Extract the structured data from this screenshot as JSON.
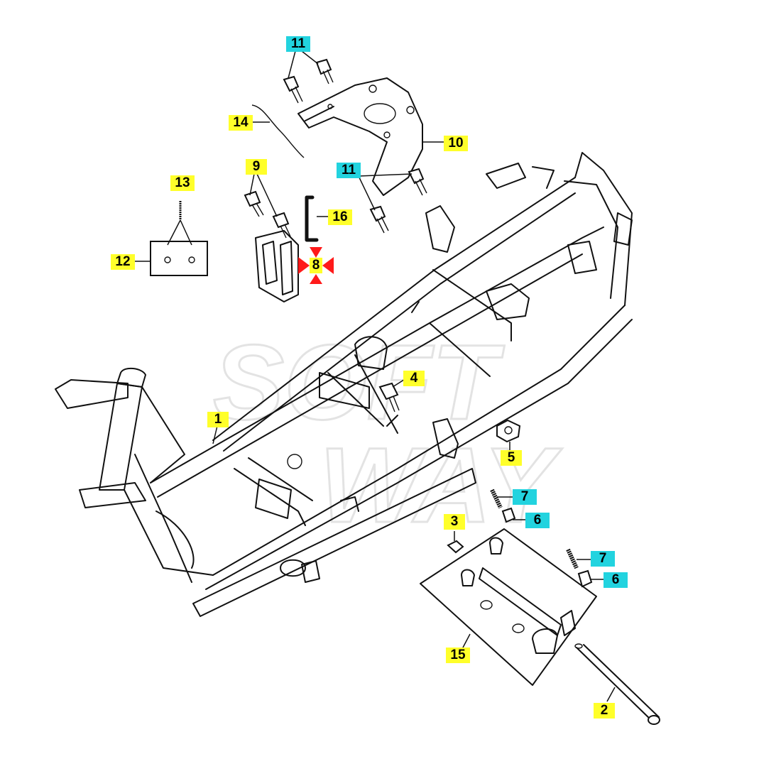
{
  "watermark": {
    "line1": "SOFT",
    "line2": "WAY"
  },
  "callouts": [
    {
      "id": "c11a",
      "label": "11",
      "style": "cyan"
    },
    {
      "id": "c14",
      "label": "14",
      "style": "yellow"
    },
    {
      "id": "c10",
      "label": "10",
      "style": "yellow"
    },
    {
      "id": "c9",
      "label": "9",
      "style": "yellow"
    },
    {
      "id": "c11b",
      "label": "11",
      "style": "cyan"
    },
    {
      "id": "c13",
      "label": "13",
      "style": "yellow"
    },
    {
      "id": "c16",
      "label": "16",
      "style": "yellow"
    },
    {
      "id": "c12",
      "label": "12",
      "style": "yellow"
    },
    {
      "id": "c8",
      "label": "8",
      "style": "yellow"
    },
    {
      "id": "c4",
      "label": "4",
      "style": "yellow"
    },
    {
      "id": "c1",
      "label": "1",
      "style": "yellow"
    },
    {
      "id": "c5",
      "label": "5",
      "style": "yellow"
    },
    {
      "id": "c7a",
      "label": "7",
      "style": "cyan"
    },
    {
      "id": "c6a",
      "label": "6",
      "style": "cyan"
    },
    {
      "id": "c3",
      "label": "3",
      "style": "yellow"
    },
    {
      "id": "c7b",
      "label": "7",
      "style": "cyan"
    },
    {
      "id": "c6b",
      "label": "6",
      "style": "cyan"
    },
    {
      "id": "c15",
      "label": "15",
      "style": "yellow"
    },
    {
      "id": "c2",
      "label": "2",
      "style": "yellow"
    }
  ],
  "colors": {
    "yellow": "#ffff2a",
    "cyan": "#22d3df",
    "marker": "#ff1a1a",
    "line": "#111111"
  }
}
